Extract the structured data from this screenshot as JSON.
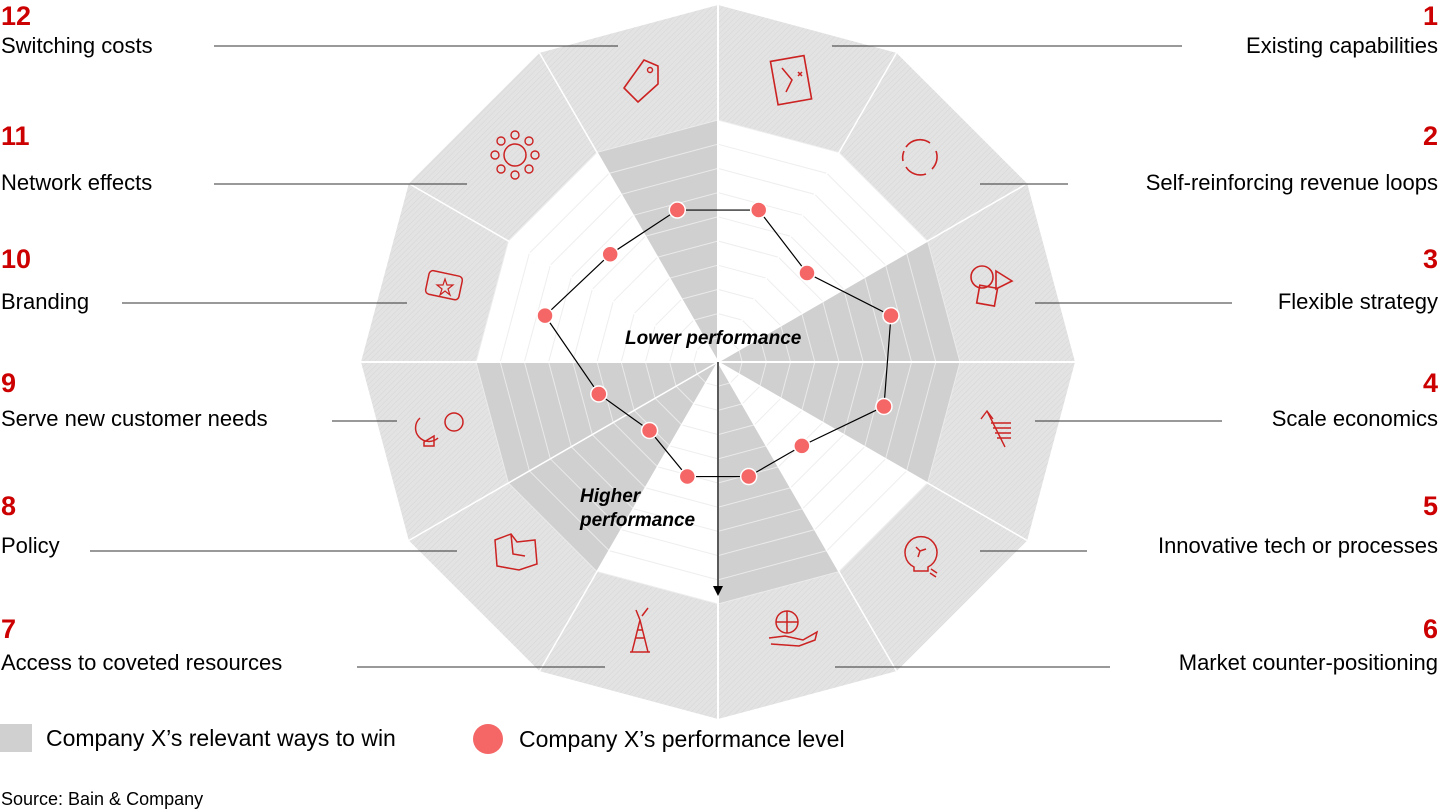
{
  "chart_data": {
    "type": "radar",
    "scale_max": 10,
    "axis_labels": {
      "inner": "Lower performance",
      "outer_line1": "Higher",
      "outer_line2": "performance"
    },
    "categories": [
      {
        "number": "1",
        "label": "Existing capabilities",
        "icon": "strategy-play-icon",
        "relevant": false,
        "performance": 6.5
      },
      {
        "number": "2",
        "label": "Self-reinforcing revenue loops",
        "icon": "cycle-arrows-icon",
        "relevant": false,
        "performance": 5.2
      },
      {
        "number": "3",
        "label": "Flexible strategy",
        "icon": "shapes-icon",
        "relevant": true,
        "performance": 7.4
      },
      {
        "number": "4",
        "label": "Scale economics",
        "icon": "scale-arrow-icon",
        "relevant": true,
        "performance": 7.1
      },
      {
        "number": "5",
        "label": "Innovative tech or processes",
        "icon": "lightbulb-icon",
        "relevant": false,
        "performance": 4.9
      },
      {
        "number": "6",
        "label": "Market counter-positioning",
        "icon": "globe-hand-icon",
        "relevant": true,
        "performance": 4.9
      },
      {
        "number": "7",
        "label": "Access to coveted resources",
        "icon": "oil-rig-icon",
        "relevant": false,
        "performance": 4.9
      },
      {
        "number": "8",
        "label": "Policy",
        "icon": "handshake-icon",
        "relevant": true,
        "performance": 4.0
      },
      {
        "number": "9",
        "label": "Serve new customer needs",
        "icon": "customer-icon",
        "relevant": true,
        "performance": 5.1
      },
      {
        "number": "10",
        "label": "Branding",
        "icon": "brand-tag-icon",
        "relevant": false,
        "performance": 7.4
      },
      {
        "number": "11",
        "label": "Network  effects",
        "icon": "network-icon",
        "relevant": false,
        "performance": 6.3
      },
      {
        "number": "12",
        "label": "Switching costs",
        "icon": "price-tag-icon",
        "relevant": true,
        "performance": 6.5
      }
    ],
    "legend": [
      {
        "label": "Company X’s relevant ways to win",
        "color": "#d0d0d0"
      },
      {
        "label": "Company X’s performance level",
        "color": "#f56666"
      }
    ],
    "colors": {
      "accent": "#cc0000",
      "dot": "#f56666",
      "ring": "#e2e2e2",
      "relevant": "#d0d0d0"
    }
  },
  "source": "Source: Bain & Company"
}
